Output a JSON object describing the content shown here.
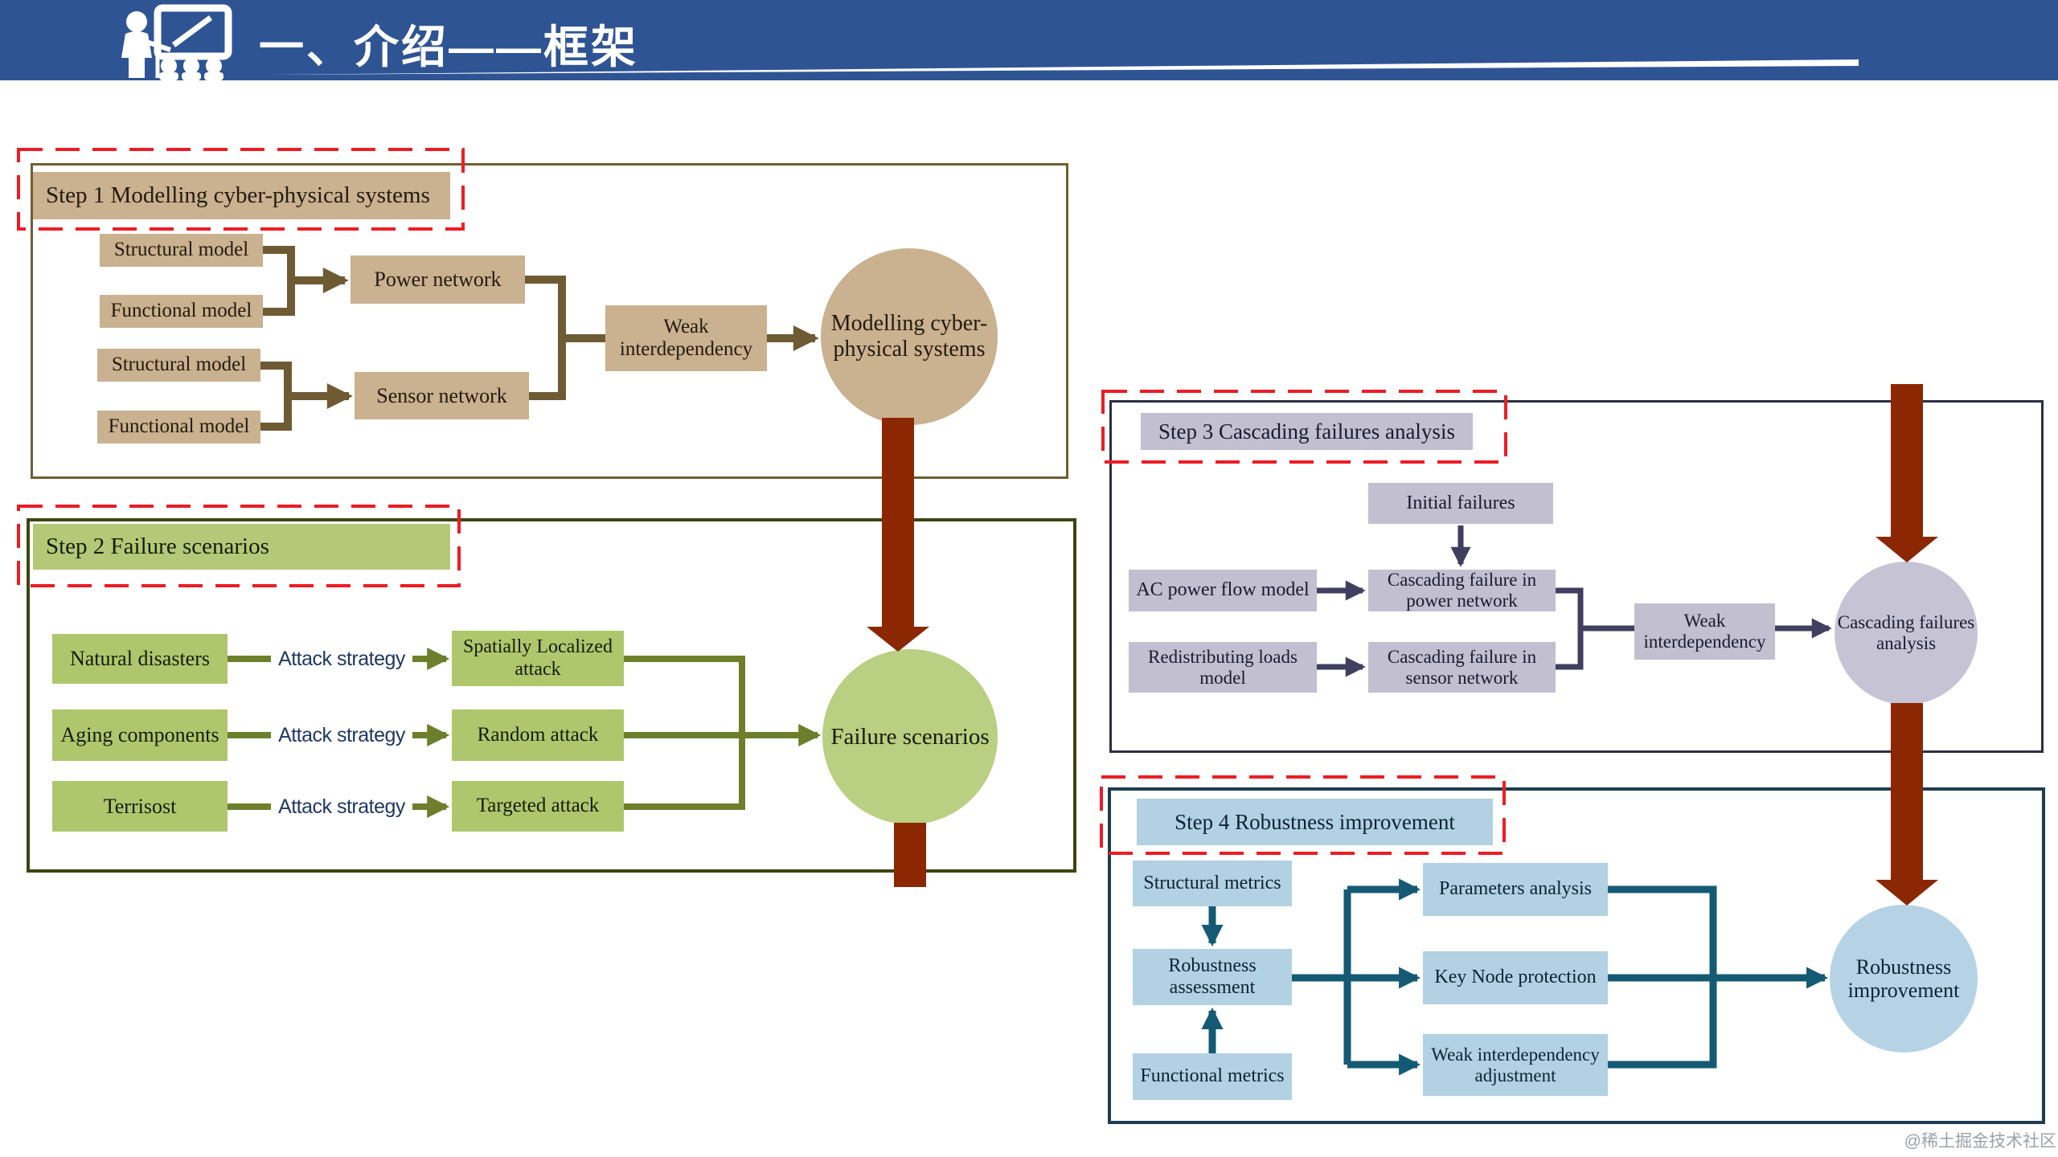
{
  "header": {
    "title": "一、介绍——框架"
  },
  "footer": {
    "watermark": "@稀土掘金技术社区"
  },
  "colors": {
    "header_blue": "#2f5494",
    "red_dash": "#ed1c24",
    "maroon_flow": "#8c2703",
    "step1_fill": "#cab190",
    "step1_border": "#6e5f33",
    "step1_arrow": "#6f5b33",
    "step2_fill": "#aec76d",
    "step2_border": "#3c4612",
    "step2_arrow": "#6d7f2b",
    "step3_fill": "#c2bfd1",
    "step3_border": "#2e2d44",
    "step3_arrow": "#413e60",
    "step4_fill": "#b2d1e2",
    "step4_border": "#1d3d52",
    "step4_arrow": "#155a74"
  },
  "step1": {
    "title": "Step 1 Modelling cyber-physical systems",
    "structural_model_1": "Structural model",
    "functional_model_1": "Functional model",
    "structural_model_2": "Structural model",
    "functional_model_2": "Functional model",
    "power_network": "Power network",
    "sensor_network": "Sensor network",
    "weak_interdependency": "Weak interdependency",
    "circle": "Modelling cyber-physical systems"
  },
  "step2": {
    "title": "Step 2 Failure scenarios",
    "sources": [
      "Natural disasters",
      "Aging components",
      "Terrisost"
    ],
    "attack_strategy": "Attack strategy",
    "attacks": [
      "Spatially Localized attack",
      "Random attack",
      "Targeted attack"
    ],
    "circle": "Failure scenarios"
  },
  "step3": {
    "title": "Step 3 Cascading failures analysis",
    "initial_failures": "Initial failures",
    "ac_power_flow_model": "AC power flow model",
    "cascading_power": "Cascading failure in power network",
    "redistributing_loads": "Redistributing loads model",
    "cascading_sensor": "Cascading failure in sensor network",
    "weak_interdependency": "Weak interdependency",
    "circle": "Cascading failures analysis"
  },
  "step4": {
    "title": "Step 4 Robustness improvement",
    "structural_metrics": "Structural metrics",
    "robustness_assessment": "Robustness assessment",
    "functional_metrics": "Functional metrics",
    "parameters_analysis": "Parameters analysis",
    "key_node_protection": "Key Node protection",
    "weak_adjustment": "Weak interdependency adjustment",
    "circle": "Robustness improvement"
  }
}
